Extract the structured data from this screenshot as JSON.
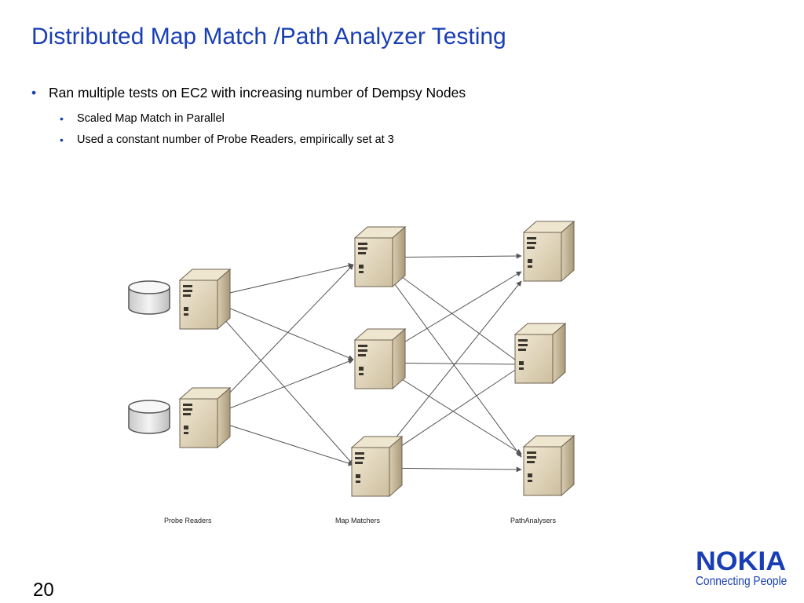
{
  "slide": {
    "title": "Distributed Map Match /Path Analyzer Testing",
    "page_number": "20"
  },
  "bullets": {
    "main": "Ran multiple tests on EC2 with increasing number of Dempsy Nodes",
    "sub": [
      "Scaled Map Match in Parallel",
      "Used a constant number of Probe Readers, empirically set at 3"
    ]
  },
  "diagram": {
    "labels": {
      "probe_readers": "Probe Readers",
      "map_matchers": "Map Matchers",
      "path_analysers": "PathAnalysers"
    },
    "nodes": {
      "probe_readers": [
        "server",
        "server"
      ],
      "map_matchers": [
        "server",
        "server",
        "server"
      ],
      "path_analysers": [
        "server",
        "server",
        "server"
      ]
    },
    "data_sources": [
      "database-icon",
      "database-icon"
    ]
  },
  "logo": {
    "word": "NOKIA",
    "tagline": "Connecting People"
  },
  "colors": {
    "accent": "#1a3fb4",
    "server_body": "#e8ddc5",
    "connector": "#555555"
  }
}
